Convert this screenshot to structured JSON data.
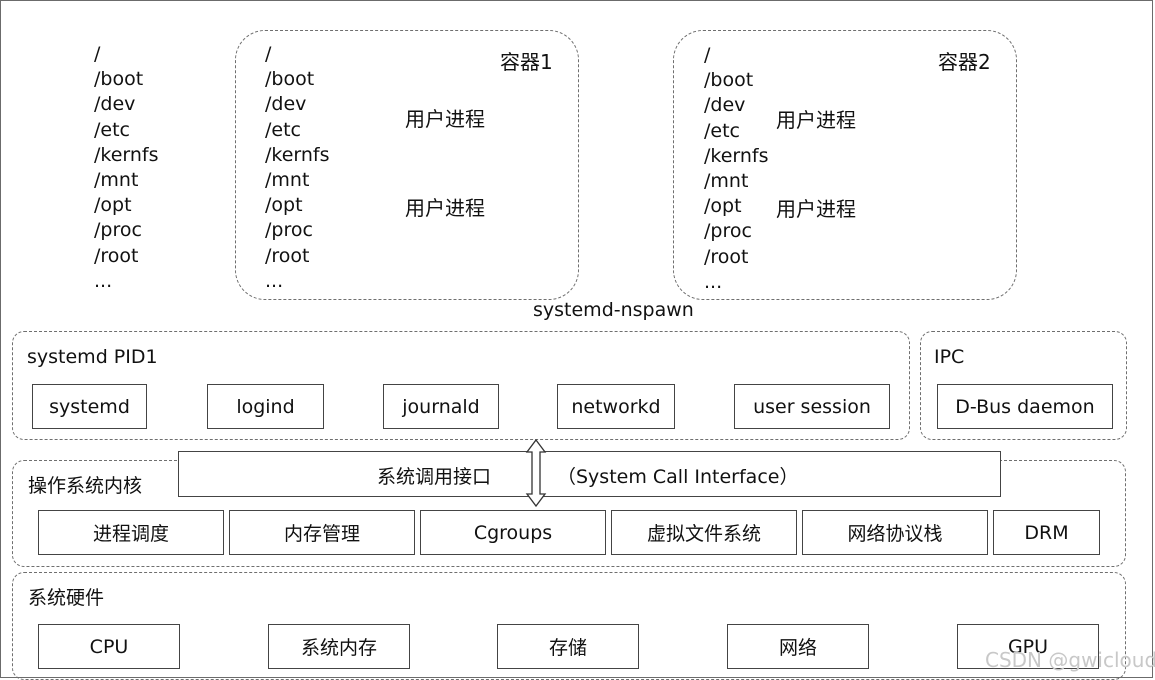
{
  "host": {
    "paths": [
      "/",
      "/boot",
      "/dev",
      "/etc",
      "/kernfs",
      "/mnt",
      "/opt",
      "/proc",
      "/root",
      "..."
    ]
  },
  "container1": {
    "label": "容器1",
    "paths": [
      "/",
      "/boot",
      "/dev",
      "/etc",
      "/kernfs",
      "/mnt",
      "/opt",
      "/proc",
      "/root",
      "..."
    ],
    "processes": [
      "用户进程",
      "用户进程"
    ]
  },
  "container2": {
    "label": "容器2",
    "paths": [
      "/",
      "/boot",
      "/dev",
      "/etc",
      "/kernfs",
      "/mnt",
      "/opt",
      "/proc",
      "/root",
      "..."
    ],
    "processes": [
      "用户进程",
      "用户进程"
    ]
  },
  "nspawn_label": "systemd-nspawn",
  "systemd": {
    "title": "systemd PID1",
    "items": [
      "systemd",
      "logind",
      "journald",
      "networkd",
      "user session"
    ]
  },
  "ipc": {
    "title": "IPC",
    "item": "D-Bus daemon"
  },
  "kernel": {
    "title": "操作系统内核",
    "syscall_label": "系统调用接口",
    "syscall_en": "（System Call Interface）",
    "modules": [
      "进程调度",
      "内存管理",
      "Cgroups",
      "虚拟文件系统",
      "网络协议栈",
      "DRM"
    ]
  },
  "hardware": {
    "title": "系统硬件",
    "items": [
      "CPU",
      "系统内存",
      "存储",
      "网络",
      "GPU"
    ]
  },
  "watermark": "CSDN @gwicloud"
}
